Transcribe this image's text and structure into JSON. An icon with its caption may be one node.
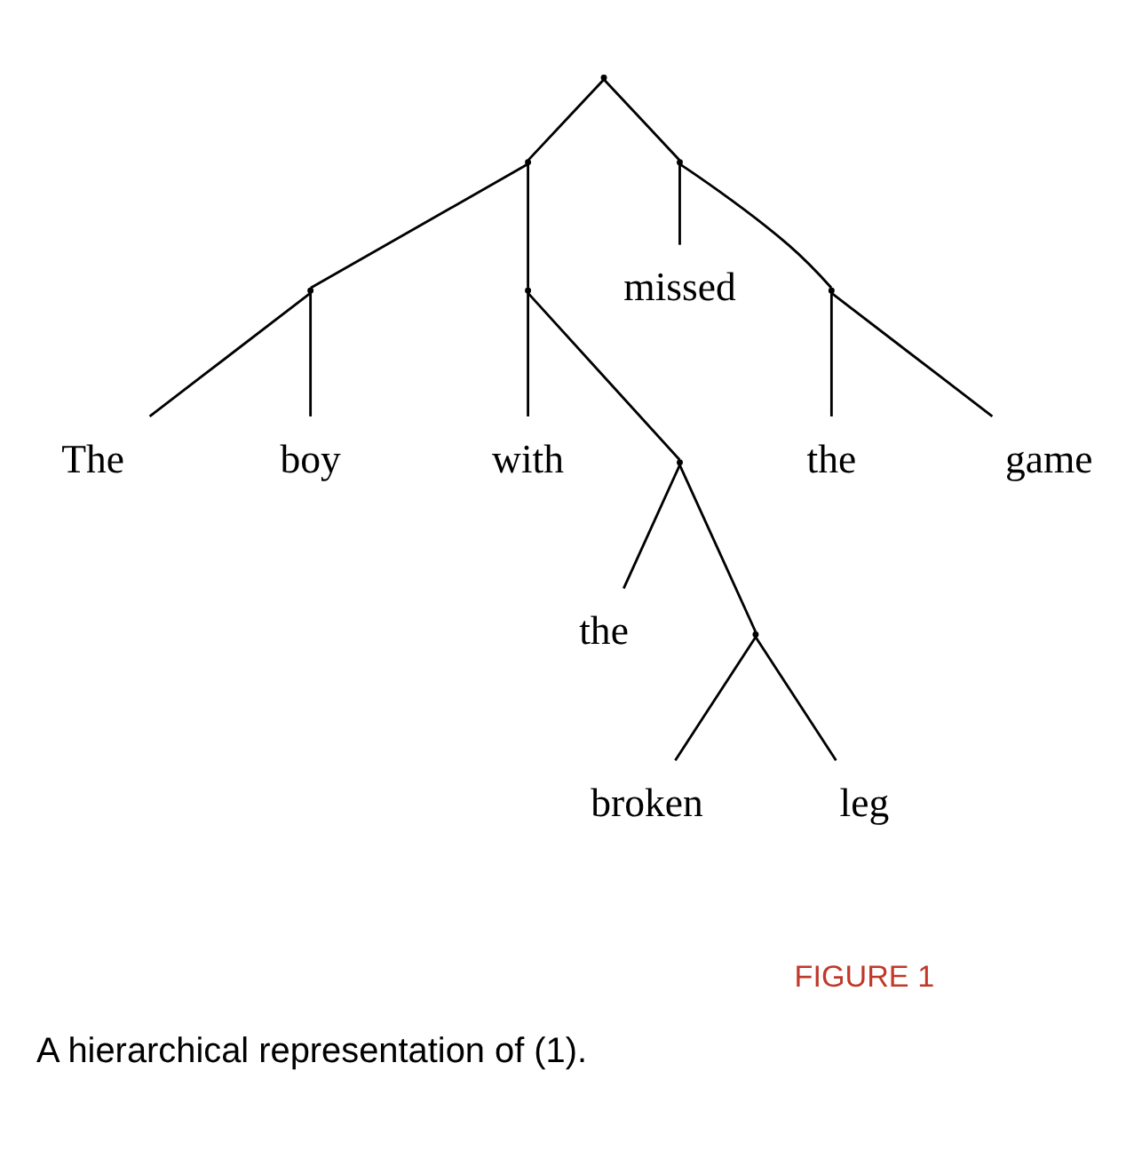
{
  "diagram": {
    "caption": "A hierarchical representation of (1).",
    "nodes": [
      {
        "text": [],
        "shape": "point"
      },
      {
        "text": [],
        "shape": "point"
      },
      {
        "text": [],
        "shape": "point"
      },
      {
        "text": [],
        "shape": "point"
      },
      {
        "text": [],
        "shape": "point"
      },
      {
        "text": [
          "missed"
        ]
      },
      {
        "text": [],
        "shape": "point"
      },
      {
        "text": [
          "The"
        ]
      },
      {
        "text": [
          "boy"
        ]
      },
      {
        "text": [
          "with"
        ]
      },
      {
        "text": [],
        "shape": "point"
      },
      {
        "text": [
          "the"
        ]
      },
      {
        "text": [
          "game"
        ]
      },
      {
        "text": [
          "the"
        ]
      },
      {
        "text": [],
        "shape": "point"
      },
      {
        "text": [
          "broken"
        ]
      },
      {
        "text": [
          "leg"
        ]
      }
    ],
    "edges": [
      {
        "from": 0,
        "to": 1,
        "arrow": "none"
      },
      {
        "from": 0,
        "to": 2,
        "arrow": "none"
      },
      {
        "from": 1,
        "to": 3,
        "arrow": "none"
      },
      {
        "from": 1,
        "to": 4,
        "arrow": "none"
      },
      {
        "from": 2,
        "to": 5,
        "arrow": "none"
      },
      {
        "from": 2,
        "to": 6,
        "arrow": "none"
      },
      {
        "from": 3,
        "to": 7,
        "arrow": "none"
      },
      {
        "from": 3,
        "to": 8,
        "arrow": "none"
      },
      {
        "from": 4,
        "to": 9,
        "arrow": "none"
      },
      {
        "from": 4,
        "to": 10,
        "arrow": "none"
      },
      {
        "from": 6,
        "to": 11,
        "arrow": "none"
      },
      {
        "from": 6,
        "to": 12,
        "arrow": "none"
      },
      {
        "from": 10,
        "to": 13,
        "arrow": "none"
      },
      {
        "from": 10,
        "to": 14,
        "arrow": "none"
      },
      {
        "from": 14,
        "to": 15,
        "arrow": "none"
      },
      {
        "from": 14,
        "to": 16,
        "arrow": "none"
      }
    ],
    "labels": [
      "FIGURE 1"
    ]
  }
}
